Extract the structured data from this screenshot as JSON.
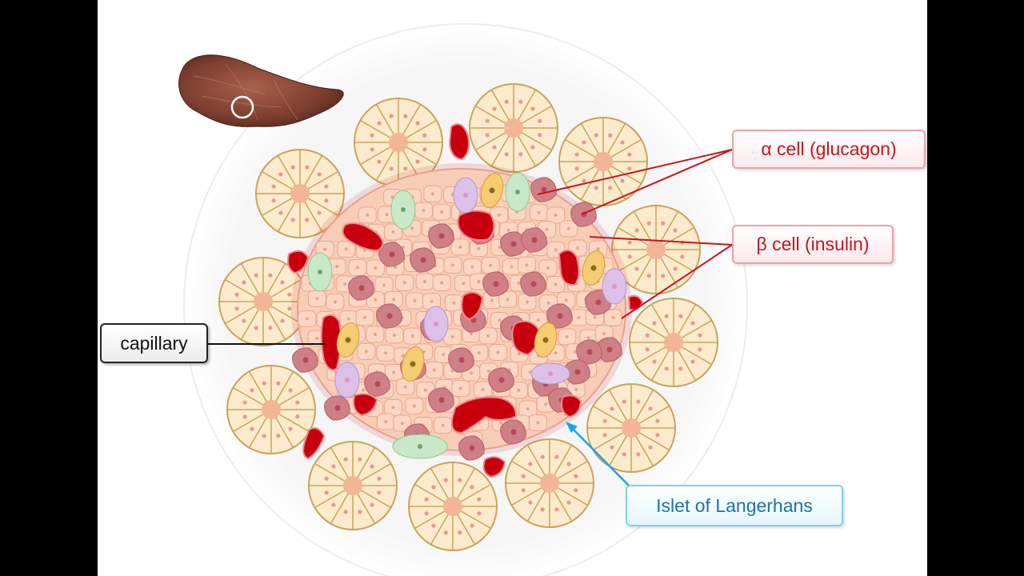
{
  "labels": {
    "alpha": "α cell (glucagon)",
    "beta": "β cell (insulin)",
    "capillary": "capillary",
    "islet": "Islet of Langerhans"
  },
  "colors": {
    "alpha_cell": "#cf7f86",
    "beta_cell": "#f8cdb6",
    "capillary": "#c8000e",
    "delta_cell": "#f6cc72",
    "pp_cell": "#c8e8c8",
    "other_cell": "#dcc0e8",
    "acinus": "#fbeacb",
    "acinus_stroke": "#c9a45a",
    "pointer_red": "#d0101c",
    "pointer_blue": "#1aa6e0",
    "pointer_black": "#111111",
    "pancreas": "#8b4a3a"
  }
}
